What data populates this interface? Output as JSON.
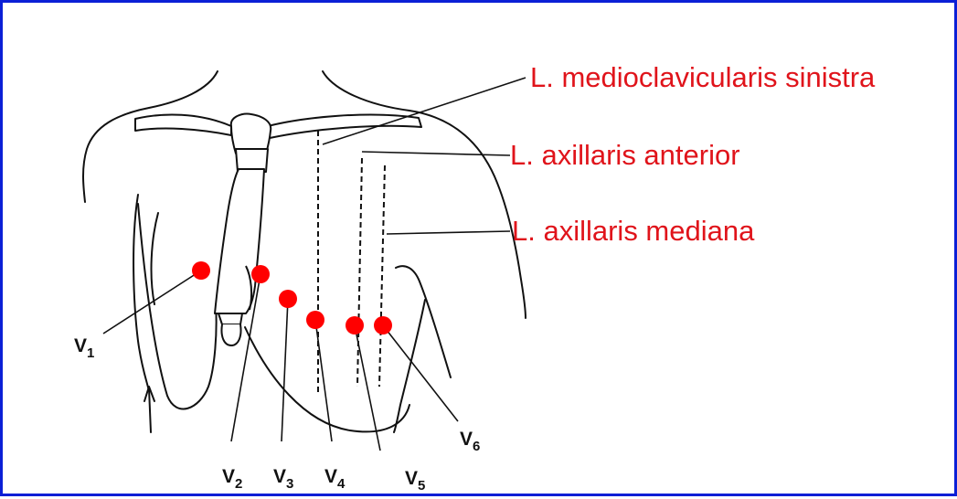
{
  "labels": {
    "midclavicular": "L. medioclavicularis sinistra",
    "anterior_axillary": "L. axillaris anterior",
    "mid_axillary": "L. axillaris mediana"
  },
  "leads": [
    {
      "id": "V1",
      "letter": "V",
      "number": "1"
    },
    {
      "id": "V2",
      "letter": "V",
      "number": "2"
    },
    {
      "id": "V3",
      "letter": "V",
      "number": "3"
    },
    {
      "id": "V4",
      "letter": "V",
      "number": "4"
    },
    {
      "id": "V5",
      "letter": "V",
      "number": "5"
    },
    {
      "id": "V6",
      "letter": "V",
      "number": "6"
    }
  ],
  "colors": {
    "border": "#0b1fd6",
    "label_text": "#e0141b",
    "electrode": "#ff0000",
    "drawing": "#111111"
  },
  "icons": {
    "electrode": "red-dot"
  }
}
